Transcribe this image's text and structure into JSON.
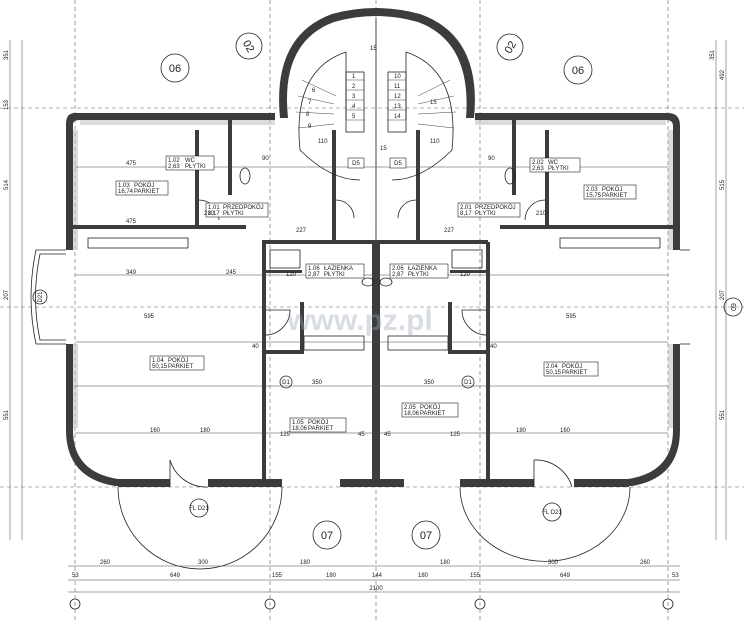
{
  "axis_labels": {
    "top_left": "06",
    "top_right": "06",
    "stair_left": "02",
    "stair_right": "02",
    "bottom_left": "07",
    "bottom_right": "07",
    "side_right": "09"
  },
  "rooms": {
    "wc_left": {
      "num": "1.02",
      "name": "WC",
      "area": "2,63",
      "floor": "PŁYTKI"
    },
    "pokoj_top_left": {
      "num": "1.03",
      "name": "POKÓJ",
      "area": "16,74",
      "floor": "PARKIET"
    },
    "hall_left": {
      "num": "1.01",
      "name": "PRZEDPOKÓJ",
      "area": "8,17",
      "floor": "PŁYTKI"
    },
    "lazienka_left": {
      "num": "1.06",
      "name": "ŁAZIENKA",
      "area": "2,87",
      "floor": "PŁYTKI"
    },
    "pokoj_main_left": {
      "num": "1.04",
      "name": "POKÓJ",
      "area": "50,15",
      "floor": "PARKIET"
    },
    "pokoj_center_left": {
      "num": "1.05",
      "name": "POKÓJ",
      "area": "18,06",
      "floor": "PARKIET"
    },
    "wc_right": {
      "num": "2.02",
      "name": "WC",
      "area": "2,63",
      "floor": "PŁYTKI"
    },
    "pokoj_top_right": {
      "num": "2.03",
      "name": "POKÓJ",
      "area": "15,75",
      "floor": "PARKIET"
    },
    "hall_right": {
      "num": "2.01",
      "name": "PRZEDPOKÓJ",
      "area": "8,17",
      "floor": "PŁYTKI"
    },
    "lazienka_right": {
      "num": "2.06",
      "name": "ŁAZIENKA",
      "area": "2,87",
      "floor": "PŁYTKI"
    },
    "pokoj_main_right": {
      "num": "2.04",
      "name": "POKÓJ",
      "area": "50,15",
      "floor": "PARKIET"
    },
    "pokoj_center_right": {
      "num": "2.05",
      "name": "POKÓJ",
      "area": "18,06",
      "floor": "PARKIET"
    }
  },
  "doors": {
    "d5_left": "D5",
    "d5_right": "D5",
    "d1_left": "D1",
    "d1_right": "D1",
    "fl_left": "FL\nD21",
    "fl_right": "FL\nD21",
    "side_left": "D21"
  },
  "dimensions": {
    "total_width": "2100",
    "bottom_row1": [
      "53",
      "649",
      "155",
      "180",
      "144",
      "180",
      "155",
      "649",
      "53"
    ],
    "bottom_row2": [
      "260",
      "300",
      "180",
      "180",
      "300",
      "260"
    ],
    "left_side": [
      "551",
      "207",
      "514",
      "153",
      "351"
    ],
    "right_side": [
      "551",
      "207",
      "515",
      "492",
      "351"
    ],
    "interior": [
      "475",
      "475",
      "349",
      "245",
      "595",
      "595",
      "350",
      "350",
      "227",
      "227",
      "120",
      "120",
      "110",
      "110",
      "210",
      "210",
      "90",
      "90",
      "160",
      "160",
      "180",
      "180",
      "125",
      "125",
      "45",
      "45",
      "15",
      "15",
      "40",
      "40"
    ],
    "stair": [
      "1",
      "2",
      "3",
      "4",
      "5",
      "6",
      "7",
      "8",
      "9",
      "10",
      "11",
      "12",
      "13",
      "14",
      "15"
    ]
  },
  "watermark": "www.pz.pl"
}
